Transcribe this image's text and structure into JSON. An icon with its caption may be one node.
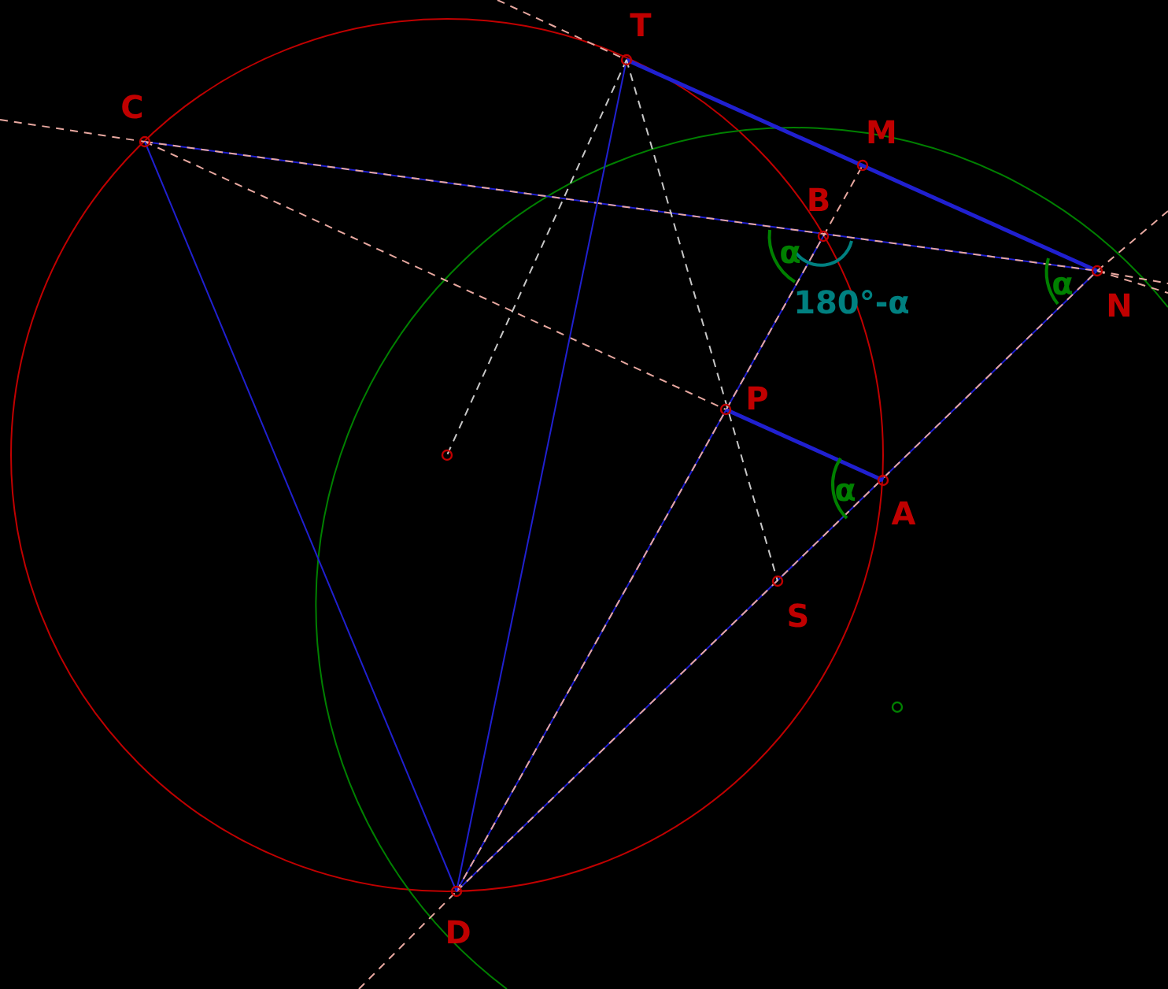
{
  "diagram": {
    "labels": [
      "T",
      "C",
      "M",
      "B",
      "α",
      "α",
      "N",
      "180°-α",
      "P",
      "α",
      "A",
      "S",
      "D"
    ]
  }
}
